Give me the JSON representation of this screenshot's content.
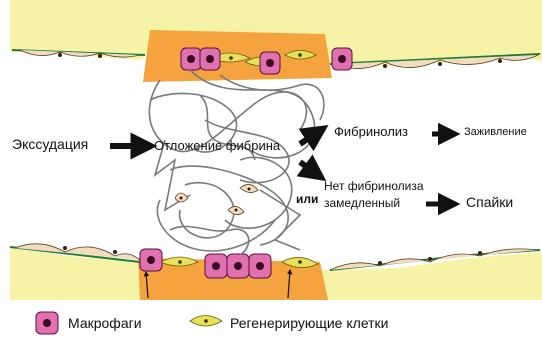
{
  "labels": {
    "exudation": "Экссудация",
    "fibrin_deposit": "Отложение фибрина",
    "fibrinolysis": "Фибринолиз",
    "healing": "Заживление",
    "or": "или",
    "no_fibrinolysis_line1": "Нет фибринолиза",
    "no_fibrinolysis_line2": "замедленный",
    "adhesions": "Спайки"
  },
  "legend": {
    "macrophages": "Макрофаги",
    "regenerating_cells": "Регенерирующие клетки"
  },
  "colors": {
    "tissue": "#f7f3a6",
    "injury_zone": "#f4a33e",
    "macrophage": "#e070b0",
    "nucleus": "#3a0a20",
    "regen_cell": "#e6e05a",
    "mesothelium": "#f2dcc0",
    "basement": "#1f7a3a",
    "fibrin": "#7a7a7a",
    "arrow": "#111111"
  },
  "icons": {
    "macrophage": "macrophage-icon",
    "regen_cell": "regenerating-cell-icon"
  }
}
